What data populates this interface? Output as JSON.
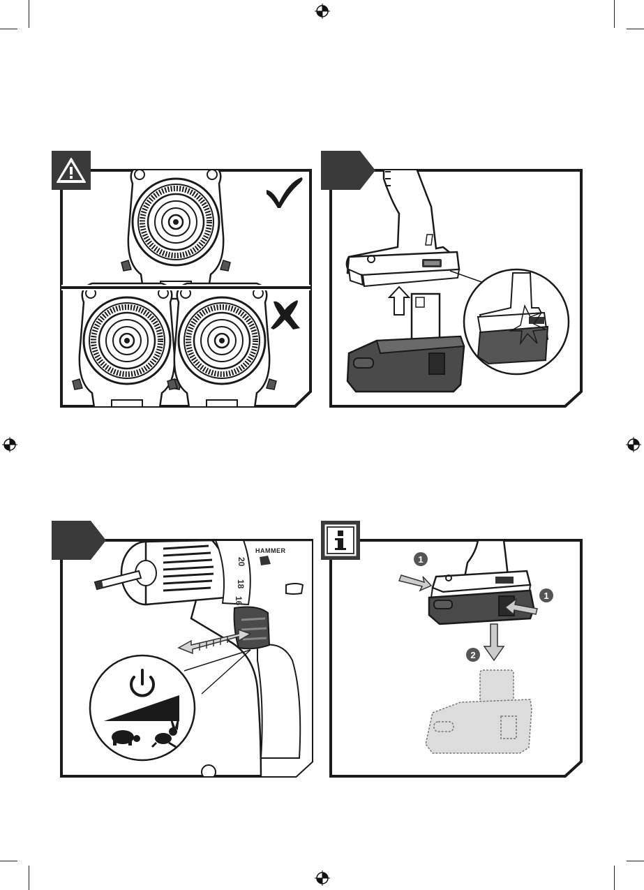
{
  "page": {
    "panels": [
      {
        "id": "chuck-alignment",
        "badge": "warning"
      },
      {
        "id": "battery-insert",
        "badge": "step"
      },
      {
        "id": "speed-trigger",
        "badge": "step"
      },
      {
        "id": "battery-remove",
        "badge": "info"
      }
    ],
    "drill_brand_text": "HAMMER",
    "torque_scale_labels": [
      "20",
      "18",
      "16"
    ],
    "battery_remove_steps": {
      "press_label": "1",
      "drop_label": "2"
    },
    "icons": {
      "correct": "check-mark-icon",
      "wrong": "cross-mark-icon",
      "warning": "warning-triangle-icon",
      "info": "info-icon",
      "power": "power-icon",
      "slow": "tortoise-icon",
      "fast": "rabbit-icon"
    },
    "colors": {
      "frame": "#1a1a1a",
      "badge": "#3a3a3a",
      "battery": "#4a4a4a",
      "ghost": "#dcdcdc"
    }
  }
}
